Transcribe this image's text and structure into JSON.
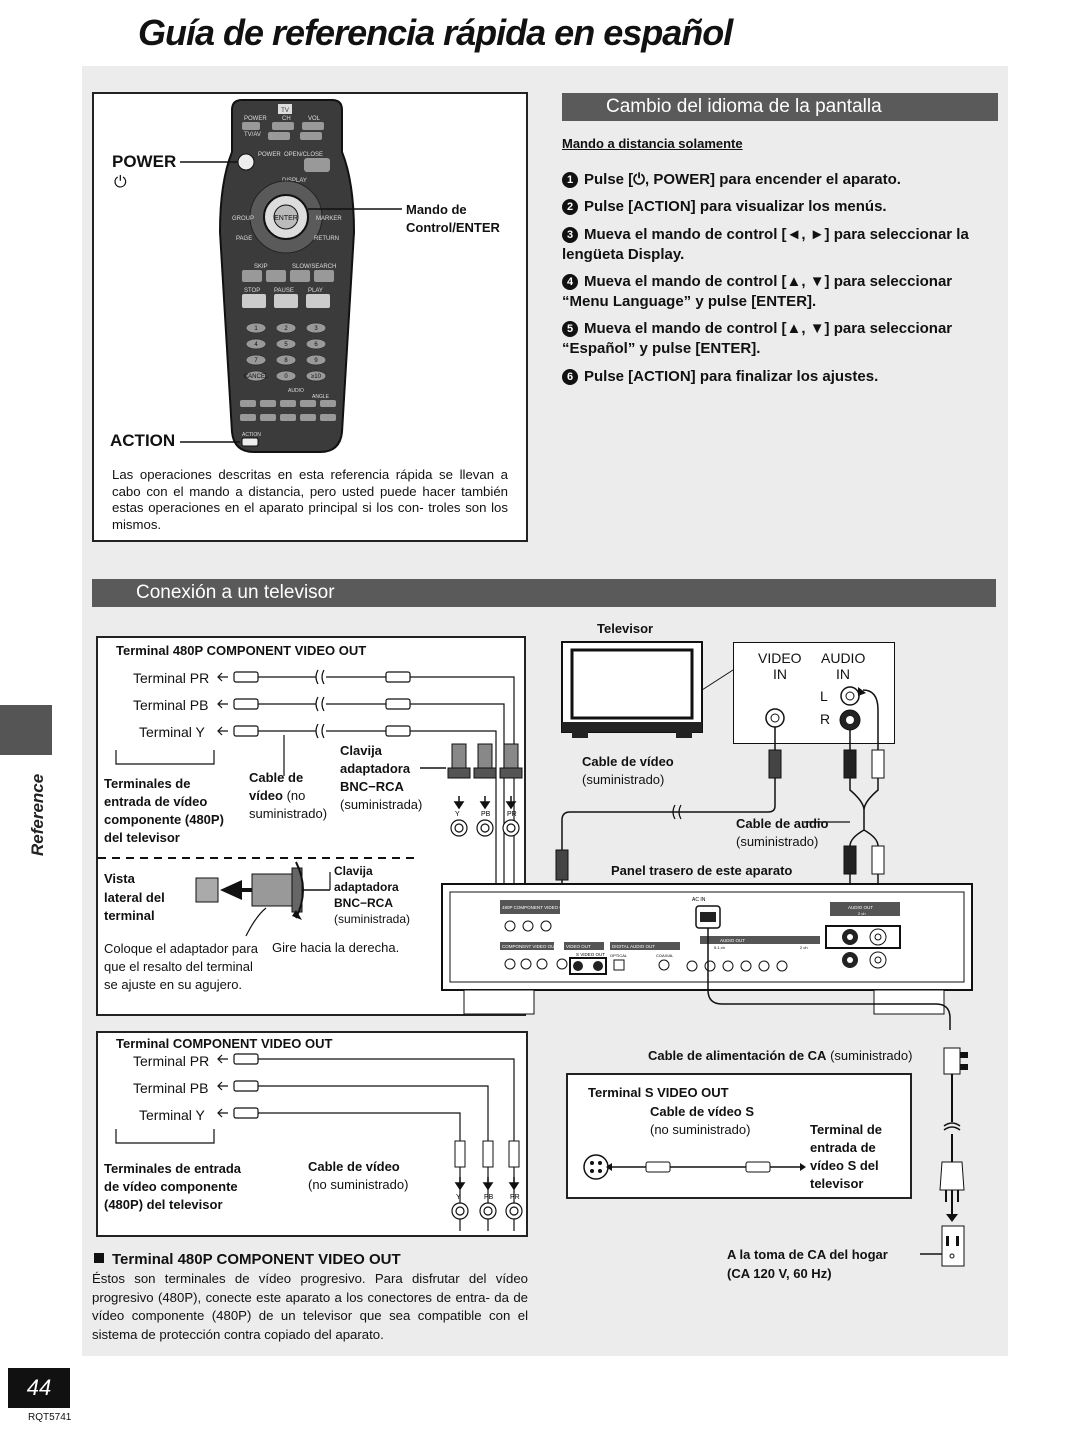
{
  "title": "Guía de referencia rápida en español",
  "remote_box": {
    "power_label": "POWER",
    "power_symbol": "⏻",
    "action_label": "ACTION",
    "mando_label_1": "Mando de",
    "mando_label_2": "Control/ENTER",
    "remote_keys": {
      "tv": "TV",
      "power": "POWER",
      "ch": "CH",
      "vol": "VOL",
      "tvav": "TV/AV",
      "power2": "POWER",
      "openclose": "OPEN/CLOSE",
      "display": "DISPLAY",
      "group": "GROUP",
      "enter": "ENTER",
      "marker": "MARKER",
      "page": "PAGE",
      "return": "RETURN",
      "skip": "SKIP",
      "slow_search": "SLOW/SEARCH",
      "stop": "STOP",
      "pause": "PAUSE",
      "play": "PLAY",
      "num1": "1",
      "num2": "2",
      "num3": "3",
      "num4": "4",
      "num5": "5",
      "num6": "6",
      "num7": "7",
      "num8": "8",
      "num9": "9",
      "num0": "0",
      "cancel": "CANCEL",
      "num10": "≥10",
      "audio": "AUDIO",
      "angle": "ANGLE",
      "action": "ACTION"
    },
    "note": "Las operaciones descritas en esta referencia rápida se llevan a cabo con el mando a distancia, pero usted puede hacer también estas operaciones en el aparato principal si los con- troles son los mismos."
  },
  "language_section": {
    "header": "Cambio del idioma de la pantalla",
    "subtitle": "Mando a distancia solamente",
    "steps": [
      {
        "n": "1",
        "text": "Pulse [⏻, POWER] para encender el aparato."
      },
      {
        "n": "2",
        "text": "Pulse [ACTION] para visualizar los menús."
      },
      {
        "n": "3",
        "text": "Mueva el mando de control [◄, ►] para seleccionar la lengüeta Display."
      },
      {
        "n": "4",
        "text": "Mueva el mando de control [▲, ▼] para seleccionar “Menu Language” y pulse [ENTER]."
      },
      {
        "n": "5",
        "text": "Mueva el mando de control [▲, ▼] para seleccionar “Español” y pulse [ENTER]."
      },
      {
        "n": "6",
        "text": "Pulse [ACTION] para finalizar los ajustes."
      }
    ]
  },
  "tv_section": {
    "header": "Conexión a un televisor",
    "box480": {
      "title": "Terminal 480P COMPONENT VIDEO OUT",
      "terminal_pr": "Terminal PR",
      "terminal_pb": "Terminal PB",
      "terminal_y": "Terminal Y",
      "inputs_1": "Terminales de",
      "inputs_2": "entrada de vídeo",
      "inputs_3": "componente (480P)",
      "inputs_4": "del televisor",
      "cable_1": "Cable de",
      "cable_2": "vídeo",
      "cable_3": "no",
      "cable_4": "suministrado)",
      "clavija": "Clavija",
      "adaptadora": "adaptadora",
      "bnc_rca": "BNC−RCA",
      "suministrada": "(suministrada)",
      "y": "Y",
      "pb": "PB",
      "pr": "PR",
      "vista_1": "Vista",
      "vista_2": "lateral del",
      "vista_3": "terminal",
      "clavija2": "Clavija",
      "adaptadora2": "adaptadora",
      "bnc_rca2": "BNC−RCA",
      "suministrada2": "(suministrada)",
      "coloque": "Coloque el adaptador para que el resalto del terminal se ajuste en su agujero.",
      "gire": "Gire hacia la derecha."
    },
    "box_comp": {
      "title": "Terminal COMPONENT VIDEO OUT",
      "terminal_pr": "Terminal PR",
      "terminal_pb": "Terminal PB",
      "terminal_y": "Terminal Y",
      "inputs_1": "Terminales de entrada",
      "inputs_2": "de vídeo componente",
      "inputs_3": "(480P) del televisor",
      "cable_1": "Cable de vídeo",
      "cable_2": "(no suministrado)",
      "y": "Y",
      "pb": "PB",
      "pr": "PR"
    },
    "tv": {
      "label": "Televisor",
      "video_in": "VIDEO",
      "video_in2": "IN",
      "audio_in": "AUDIO",
      "audio_in2": "IN",
      "l": "L",
      "r": "R"
    },
    "cable_video_1": "Cable de vídeo",
    "cable_video_2": "(suministrado)",
    "cable_audio_1": "Cable de audio",
    "cable_audio_2": "(suministrado)",
    "rear_panel": "Panel trasero de este aparato",
    "panel_labels": {
      "p480": "480P COMPONENT VIDEO OUT",
      "comp": "COMPONENT VIDEO OUT",
      "video_out": "VIDEO OUT",
      "svideo": "S VIDEO OUT",
      "digital": "DIGITAL AUDIO OUT",
      "optical": "OPTICAL",
      "coaxial": "COAXIAL",
      "ac_in": "AC IN",
      "audio_out": "AUDIO OUT",
      "ch51": "5.1 ch",
      "ch2": "2 ch",
      "audio_out2": "AUDIO OUT",
      "ch2b": "2 ch"
    },
    "power_cable_1": "Cable de alimentación de CA",
    "power_cable_2": "(suministrado)",
    "svideo_box": {
      "title": "Terminal S VIDEO OUT",
      "cable_1": "Cable de vídeo S",
      "cable_2": "(no suministrado)",
      "term_1": "Terminal de",
      "term_2": "entrada de",
      "term_3": "vídeo S del",
      "term_4": "televisor"
    },
    "outlet_1": "A la toma de CA del hogar",
    "outlet_2": "(CA 120 V, 60 Hz)"
  },
  "bottom_note": {
    "heading": "Terminal 480P COMPONENT VIDEO OUT",
    "text": "Éstos son terminales de vídeo progresivo. Para disfrutar del vídeo progresivo (480P), conecte este aparato a los conectores de entra- da de vídeo componente (480P) de un televisor que sea compatible con el sistema de protección contra copiado del aparato."
  },
  "side_label": "Reference",
  "page_number": "44",
  "doc_code": "RQT5741"
}
